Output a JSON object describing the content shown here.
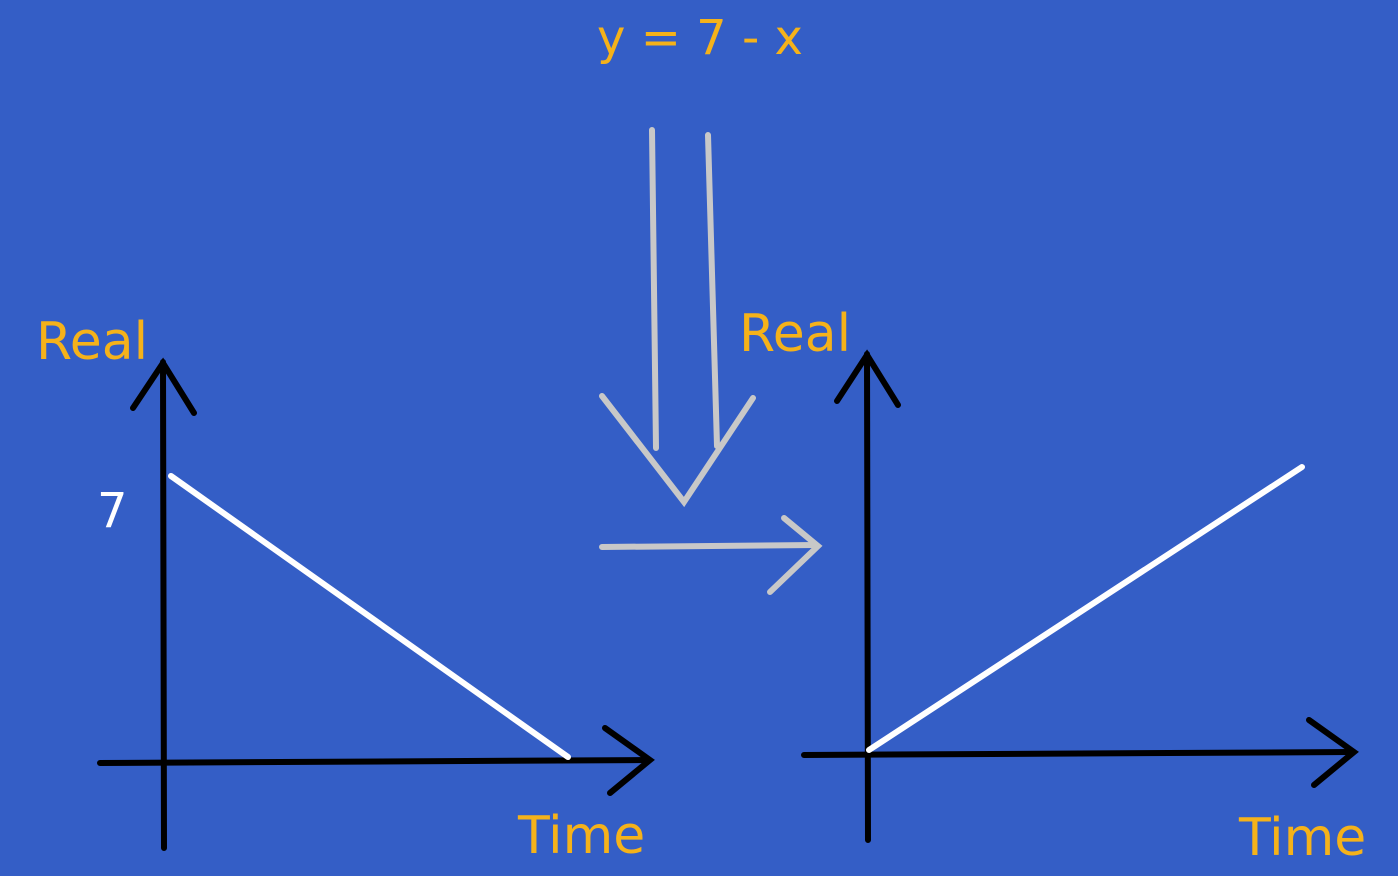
{
  "equation": "y = 7 - x",
  "colors": {
    "background": "#345ec6",
    "label_text": "#f5b21a",
    "axis": "#000000",
    "line": "#ffffff",
    "arrow": "#c8c8c8"
  },
  "left_graph": {
    "y_axis_label": "Real",
    "x_axis_label": "Time",
    "y_tick_label": "7",
    "line_direction": "decreasing"
  },
  "right_graph": {
    "y_axis_label": "Real",
    "x_axis_label": "Time",
    "line_direction": "increasing"
  },
  "arrows": {
    "down_arrow_icon": "double-down-arrow-icon",
    "right_arrow_icon": "right-arrow-icon"
  }
}
